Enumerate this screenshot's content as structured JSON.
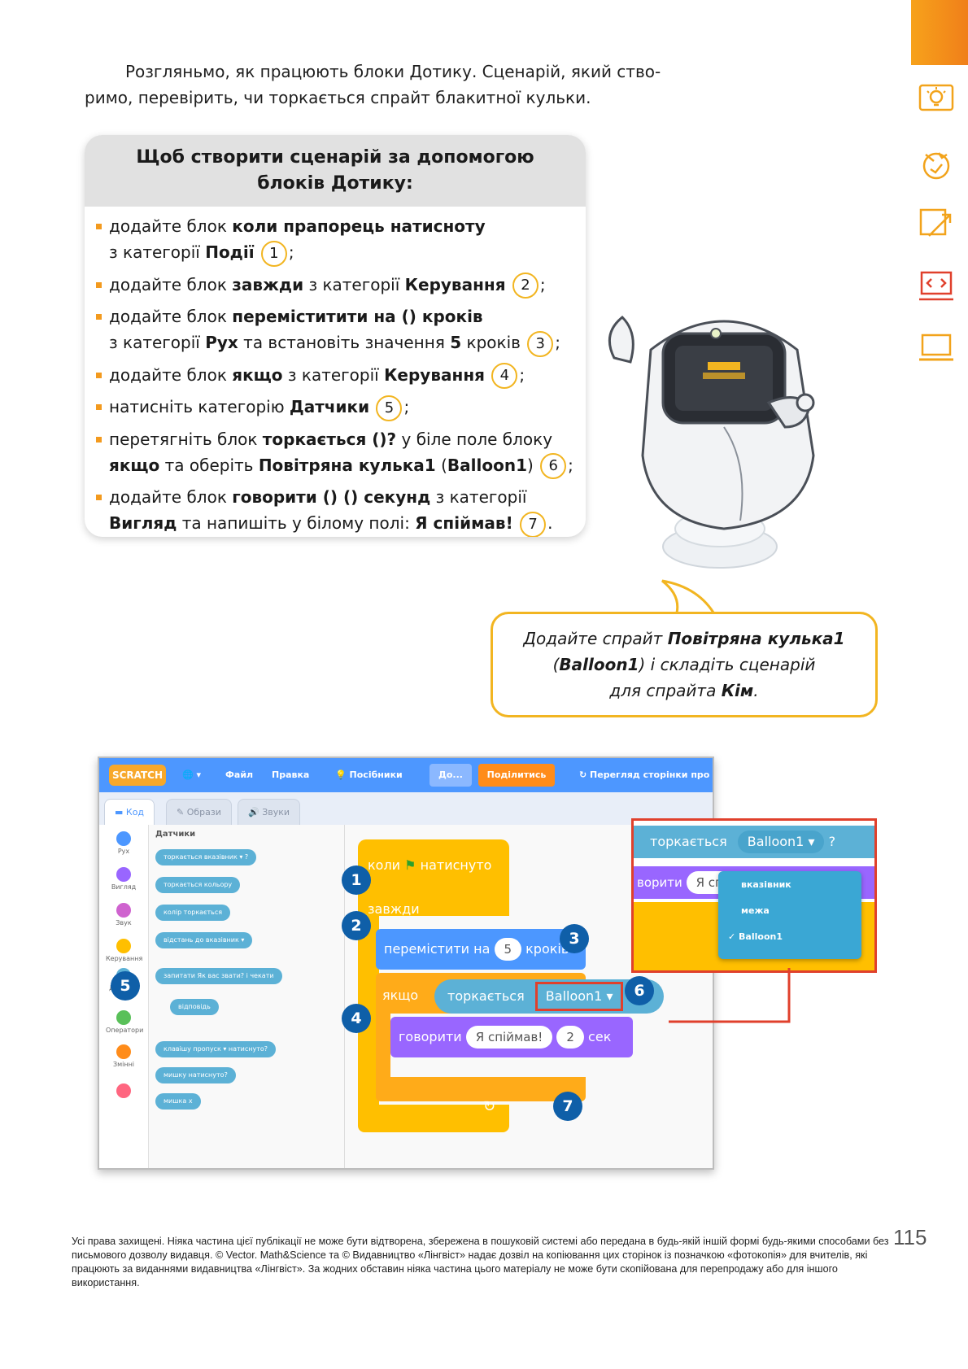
{
  "intro": {
    "line1": "Розгляньмо, як працюють блоки Дотику. Сценарій, який ство-",
    "line2": "римо, перевірить, чи торкається спрайт блакитної кульки."
  },
  "box": {
    "title": "Щоб створити сценарій за допомогою блоків Дотику:",
    "steps": [
      {
        "t1": "додайте блок ",
        "b1": "коли прапорець натисноту",
        "t2": " з категорії ",
        "b2": "Події",
        "n": "1",
        "end": ";"
      },
      {
        "t1": "додайте блок ",
        "b1": "завжди",
        "t2": " з категорії ",
        "b2": "Керування",
        "n": "2",
        "end": ";"
      },
      {
        "t1": "додайте блок ",
        "b1": "переміститити на () кроків",
        "t2": " з категорії ",
        "b2": "Рух",
        "t3": " та встановіть значення ",
        "b3": "5",
        "t4": " кроків",
        "n": "3",
        "end": ";"
      },
      {
        "t1": "додайте блок ",
        "b1": "якщо",
        "t2": " з категорії ",
        "b2": "Керування",
        "n": "4",
        "end": ";"
      },
      {
        "t1": "натисніть категорію ",
        "b1": "Датчики",
        "n": "5",
        "end": ";"
      },
      {
        "t1": "перетягніть блок ",
        "b1": "торкається ()?",
        "t2": " у біле поле блоку ",
        "b2": "якщо",
        "t3": " та оберіть ",
        "b3": "Повітряна кулька1",
        "t4": " (",
        "b4": "Balloon1",
        "t5": ")",
        "n": "6",
        "end": ";"
      },
      {
        "t1": "додайте блок ",
        "b1": "говорити () () секунд",
        "t2": " з категорії ",
        "b2": "Вигляд",
        "t3": " та напишіть у білому полі: ",
        "b3": "Я спіймав!",
        "n": "7",
        "end": "."
      }
    ]
  },
  "bubble": {
    "t1": "Додайте спрайт ",
    "b1": "Повітряна кулька1",
    "t2": "(",
    "b2": "Balloon1",
    "t3": ") і складіть сценарій",
    "t4": "для спрайта ",
    "b3": "Кім",
    "t5": "."
  },
  "screenshot": {
    "logo": "SCRATCH",
    "menu": {
      "file": "Файл",
      "edit": "Правка",
      "tutorials": "Посібники",
      "project": "До...",
      "share": "Поділитись",
      "see_page": "Перегляд сторінки про"
    },
    "tabs": {
      "code": "Код",
      "costumes": "Образи",
      "sounds": "Звуки"
    },
    "categories": [
      {
        "label": "Рух",
        "color": "#4c97ff"
      },
      {
        "label": "Вигляд",
        "color": "#9966ff"
      },
      {
        "label": "Звук",
        "color": "#cf63cf"
      },
      {
        "label": "Керування",
        "color": "#ffbf00"
      },
      {
        "label": "Датчики",
        "color": "#5cb1d6"
      },
      {
        "label": "Оператори",
        "color": "#59c059"
      },
      {
        "label": "Змінні",
        "color": "#ff8c1a"
      },
      {
        "label": "",
        "color": "#ff6680"
      }
    ],
    "palette": {
      "title": "Датчики",
      "b1": "торкається  вказівник ▾  ?",
      "b2": "торкається кольору",
      "b3": "колір        торкається",
      "b4": "відстань до   вказівник ▾",
      "b5": "запитати  Як вас звати?  і чекати",
      "b6": "відповідь",
      "b7": "клавішу  пропуск ▾  натиснуто?",
      "b8": "мишку натиснуто?",
      "b9": "мишка х"
    },
    "script": {
      "when": "коли",
      "clicked": "натиснуто",
      "forever": "завжди",
      "move": "перемістити на",
      "move_val": "5",
      "steps": "кроків",
      "if": "якщо",
      "touching": "торкається",
      "target": "Balloon1 ▾",
      "q": "?",
      "say": "говорити",
      "say_text": "Я спіймав!",
      "secs": "2",
      "sec": "сек"
    },
    "markers": [
      "1",
      "2",
      "3",
      "4",
      "5",
      "6",
      "7"
    ]
  },
  "popup": {
    "touching": "торкається",
    "target": "Balloon1 ▾",
    "q": "?",
    "say_part": "ворити",
    "say_val": "Я сп",
    "options": [
      "вказівник",
      "межа",
      "Balloon1"
    ]
  },
  "footer": {
    "text": "Усі права захищені. Ніяка частина цієї публікації не може бути відтворена, збережена в пошуковій системі або передана в будь-якій іншій формі будь-якими способами без письмового дозволу видавця. © Vector. Math&Science та © Видавництво «Лінгвіст» надає дозвіл на копіювання цих сторінок із позначкою «фотокопія» для вчителів, які працюють за виданнями видавництва «Лінгвіст». За жодних обставин ніяка частина цього матеріалу не може бути скопійована для перепродажу або для іншого використання.",
    "page_number": "115"
  }
}
